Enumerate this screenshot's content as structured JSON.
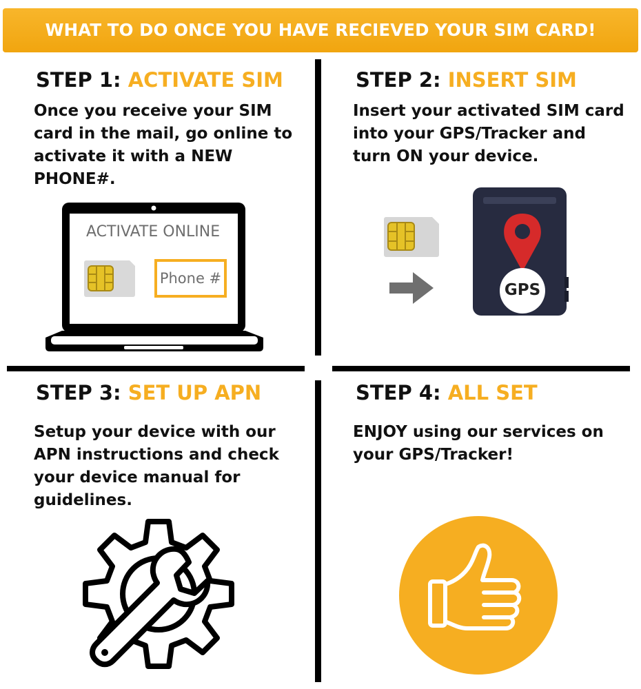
{
  "banner": {
    "text": "WHAT TO DO ONCE YOU HAVE RECIEVED YOUR SIM CARD!"
  },
  "colors": {
    "accent": "#f6ae21",
    "text": "#111111",
    "divider": "#000000"
  },
  "steps": [
    {
      "label": "STEP 1:",
      "title": "ACTIVATE SIM",
      "description": "Once you receive your SIM card in the mail, go online to activate it with a NEW PHONE#.",
      "illustration": {
        "icon": "laptop-icon",
        "screen_title": "ACTIVATE ONLINE",
        "field_label": "Phone #"
      }
    },
    {
      "label": "STEP 2:",
      "title": "INSERT SIM",
      "description": "Insert your activated SIM card into your GPS/Tracker and turn ON your device.",
      "illustration": {
        "icon": "gps-tracker-icon",
        "device_label": "GPS"
      }
    },
    {
      "label": "STEP 3:",
      "title": "SET UP APN",
      "description": "Setup your device with our APN instructions and check your device manual for guidelines.",
      "illustration": {
        "icon": "gear-wrench-icon"
      }
    },
    {
      "label": "STEP 4:",
      "title": "ALL SET",
      "description": "ENJOY using our services on your GPS/Tracker!",
      "illustration": {
        "icon": "thumbs-up-icon"
      }
    }
  ]
}
